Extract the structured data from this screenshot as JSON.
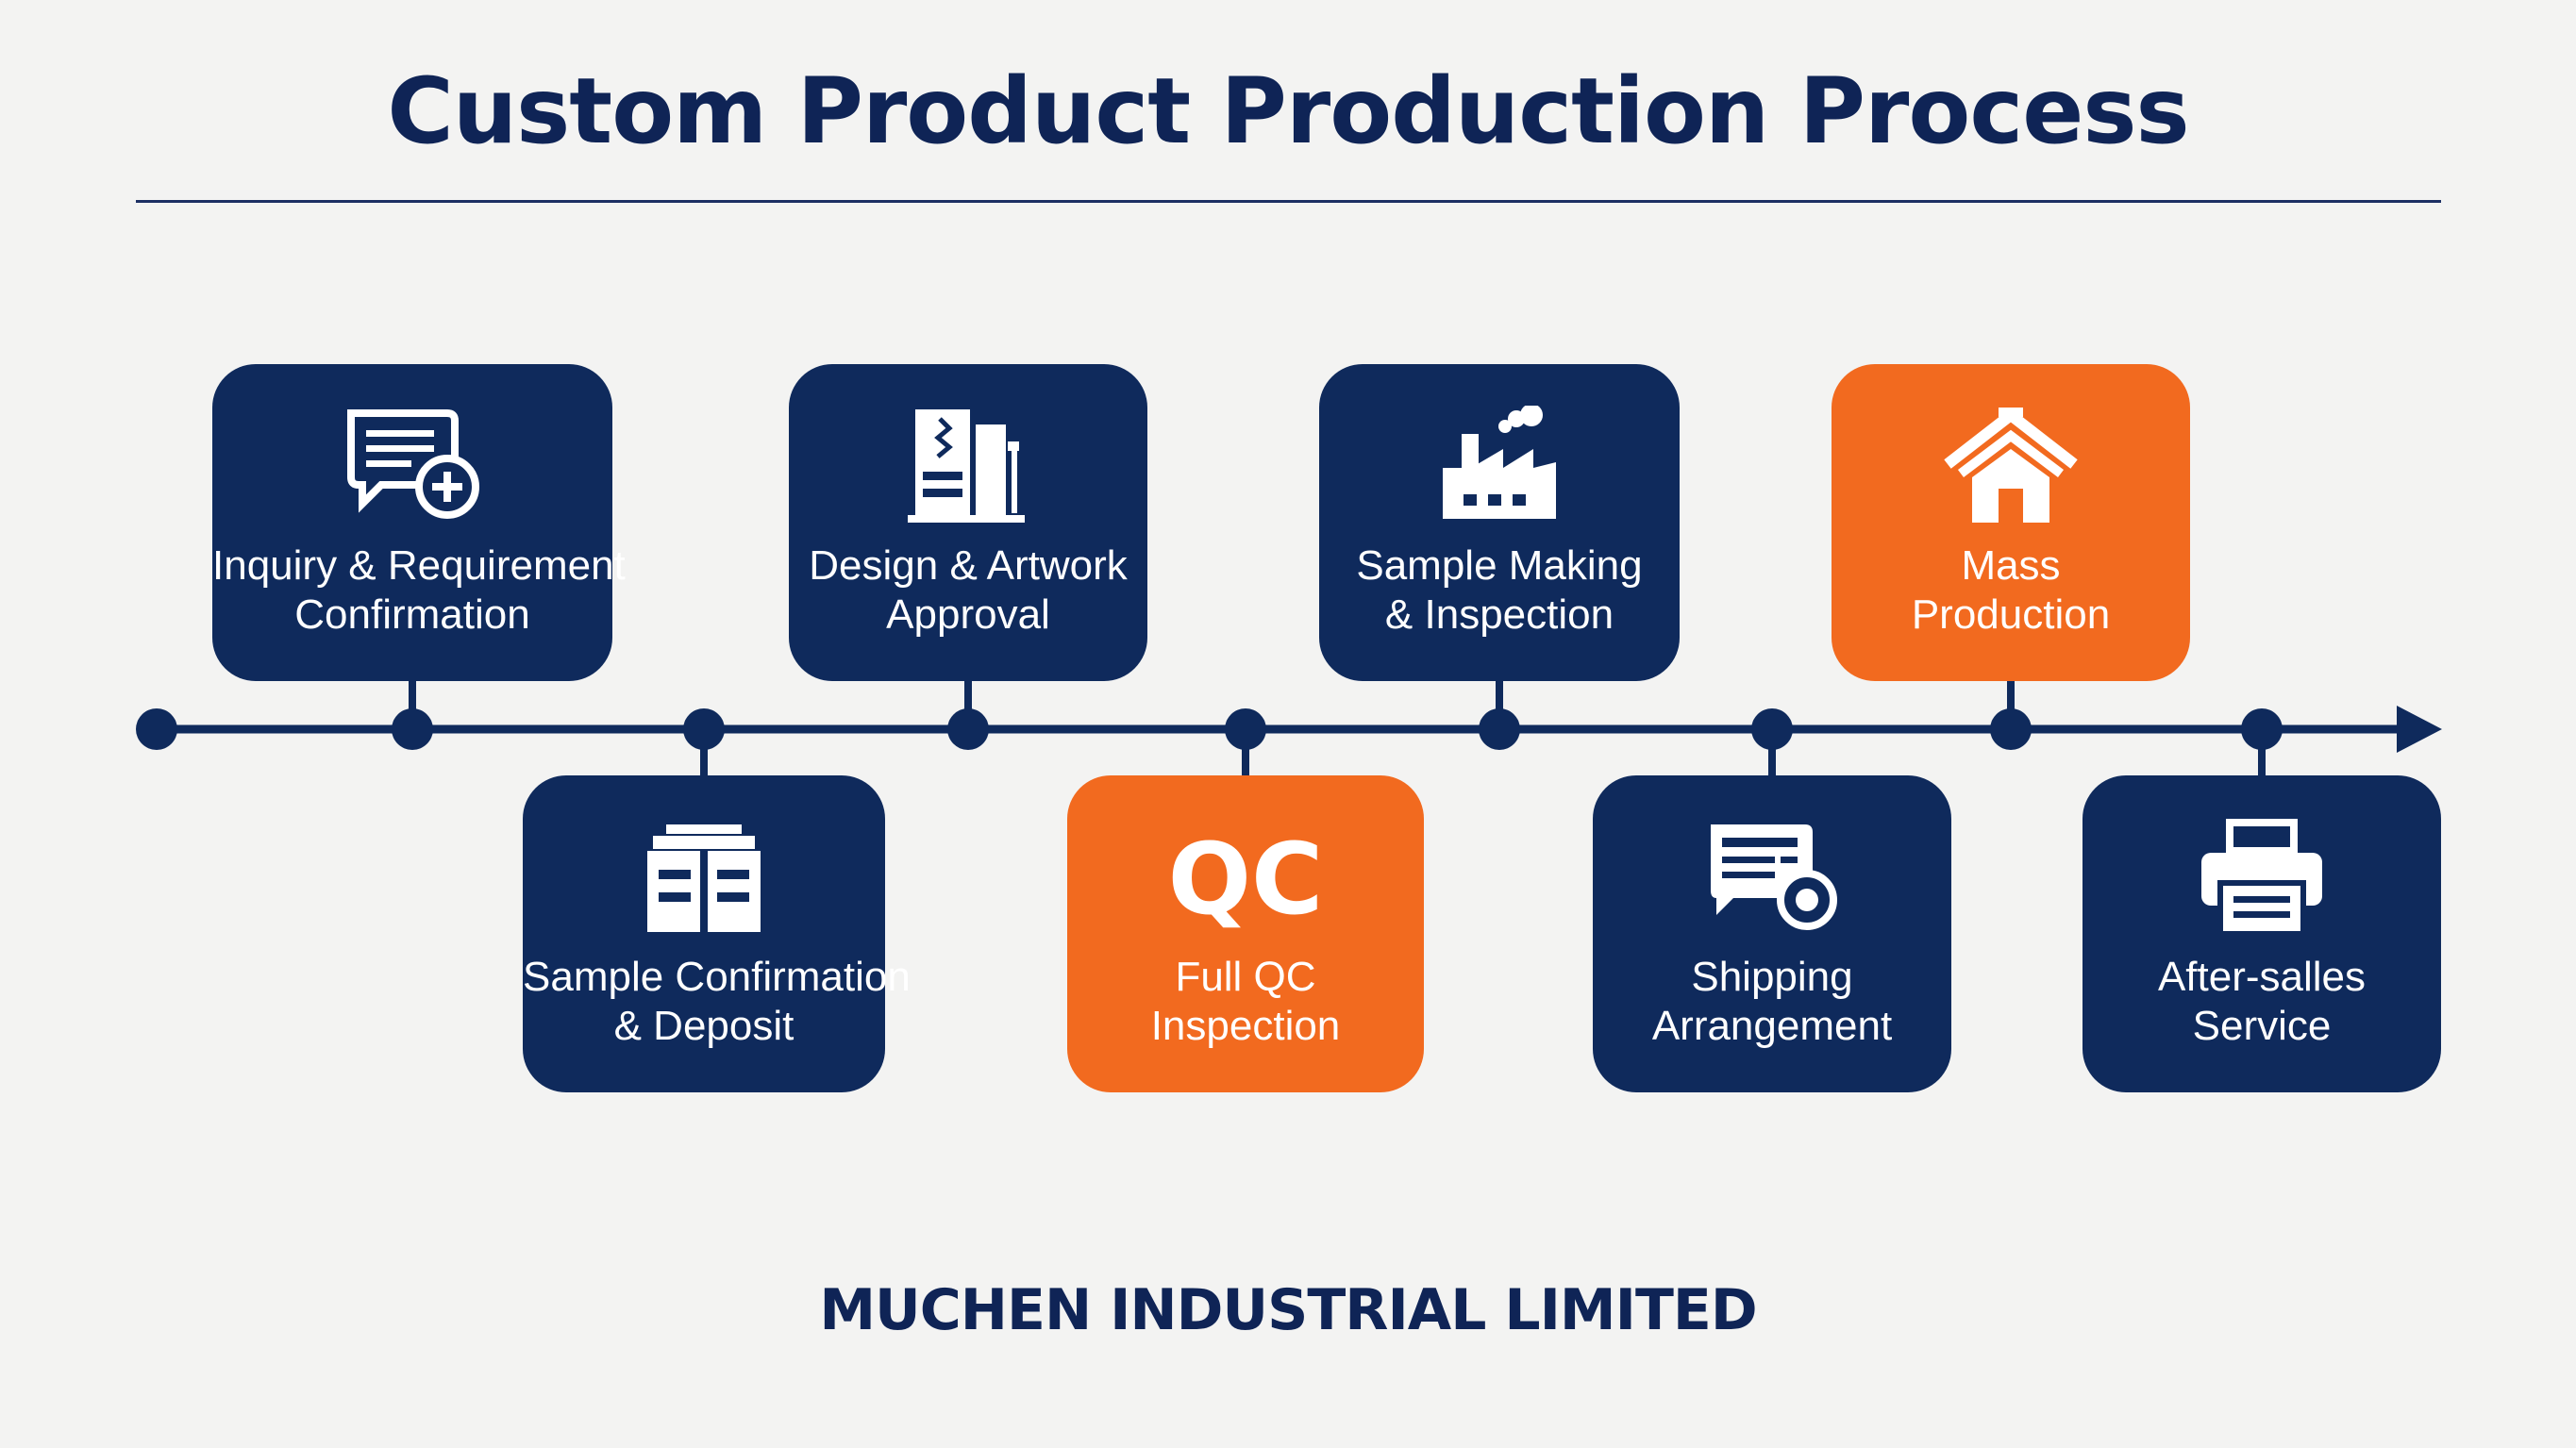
{
  "title": "Custom Product Production Process",
  "footer": "MUCHEN INDUSTRIAL LIMITED",
  "colors": {
    "navy": "#0f2a5c",
    "orange": "#f26a1f",
    "title": "#0f2456"
  },
  "steps": [
    {
      "line1": "Inquiry & Requirement",
      "line2": "Confirmation",
      "icon": "inquiry-chat-plus-icon",
      "color": "navy"
    },
    {
      "line1": "Sample Confirmation",
      "line2": "& Deposit",
      "icon": "box-icon",
      "color": "navy"
    },
    {
      "line1": "Design & Artwork",
      "line2": "Approval",
      "icon": "design-document-icon",
      "color": "navy"
    },
    {
      "line1": "Full QC",
      "line2": "Inspection",
      "icon_text": "QC",
      "color": "orange"
    },
    {
      "line1": "Sample Making",
      "line2": "& Inspection",
      "icon": "factory-icon",
      "color": "navy"
    },
    {
      "line1": "Shipping",
      "line2": "Arrangement",
      "icon": "shipping-document-icon",
      "color": "navy"
    },
    {
      "line1": "Mass",
      "line2": "Production",
      "icon": "house-icon",
      "color": "orange"
    },
    {
      "line1": "After-salles",
      "line2": "Service",
      "icon": "printer-icon",
      "color": "navy"
    }
  ]
}
